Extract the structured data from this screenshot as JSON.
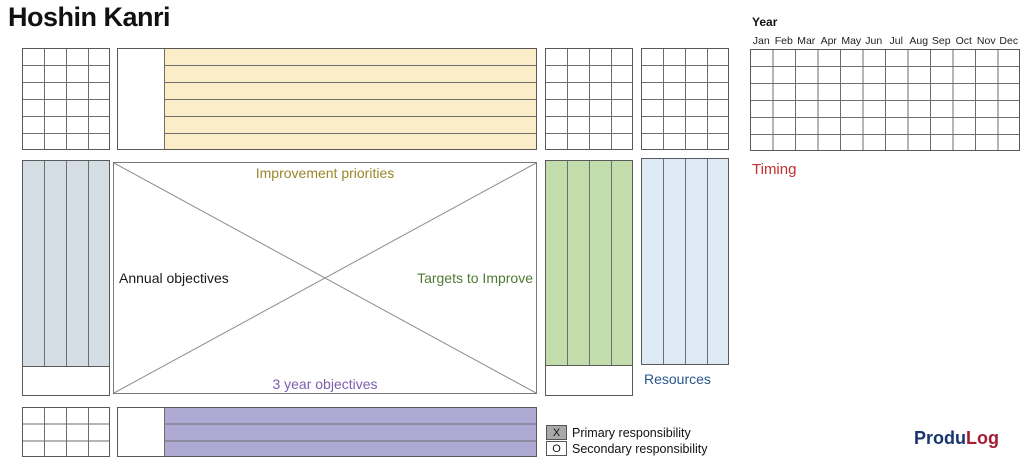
{
  "title": "Hoshin Kanri",
  "year_panel": {
    "label": "Year",
    "months": [
      "Jan",
      "Feb",
      "Mar",
      "Apr",
      "May",
      "Jun",
      "Jul",
      "Aug",
      "Sep",
      "Oct",
      "Nov",
      "Dec"
    ],
    "timing_label": "Timing"
  },
  "matrix": {
    "top_label": "Improvement priorities",
    "left_label": "Annual objectives",
    "right_label": "Targets to Improve",
    "bottom_label": "3 year objectives"
  },
  "resources_label": "Resources",
  "legend": {
    "primary_symbol": "X",
    "primary_label": "Primary responsibility",
    "secondary_symbol": "O",
    "secondary_label": "Secondary responsibility"
  },
  "logo": {
    "part1": "Produ",
    "part2": "Log"
  },
  "colors": {
    "improvement-fill": "#fbedc8",
    "annual-fill": "#d4dce4",
    "targets-fill": "#c3dcab",
    "resources-fill": "#ddeaf5",
    "objectives-fill": "#aeaad4",
    "improvement-text": "#9a872a",
    "targets-text": "#4e7b34",
    "objectives-text": "#7b5fad",
    "timing-text": "#c23030",
    "resources-text": "#28558c",
    "logo-blue": "#17356e",
    "logo-red": "#a31c33",
    "legend-box-fill": "#a9a9a9",
    "line": "#6e6e6e",
    "border": "#595959"
  }
}
